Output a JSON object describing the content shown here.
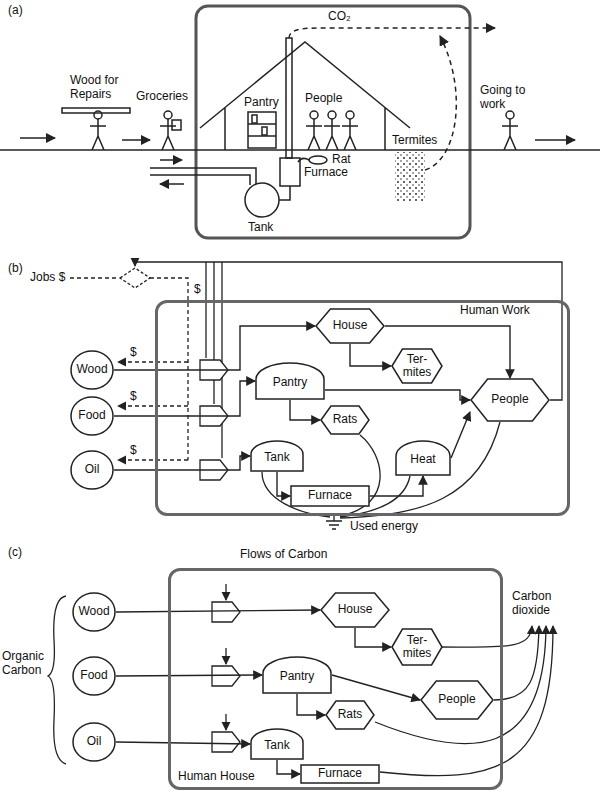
{
  "diagram": {
    "nodes": [
      {
        "text": [
          "Human Work"
        ]
      },
      {
        "text": [
          "Wood"
        ]
      },
      {
        "text": [
          "Food"
        ]
      },
      {
        "text": [
          "Oil"
        ]
      },
      {
        "text": [
          "House"
        ],
        "in": 0
      },
      {
        "text": [
          "Ter- mites"
        ],
        "in": 0
      },
      {
        "text": [
          "Pantry"
        ],
        "in": 0
      },
      {
        "text": [
          "Rats"
        ],
        "in": 0
      },
      {
        "text": [
          "People"
        ],
        "in": 0
      },
      {
        "text": [
          "Tank"
        ],
        "in": 0
      },
      {
        "text": [
          "Furnace"
        ],
        "in": 0
      },
      {
        "text": [
          "Heat"
        ],
        "in": 0
      },
      {
        "text": [
          "Human House"
        ]
      },
      {
        "text": [
          "Wood"
        ]
      },
      {
        "text": [
          "Food"
        ]
      },
      {
        "text": [
          "Oil"
        ]
      },
      {
        "text": [
          "House"
        ],
        "in": 12
      },
      {
        "text": [
          "Ter- mites"
        ],
        "in": 12
      },
      {
        "text": [
          "Pantry"
        ],
        "in": 12
      },
      {
        "text": [
          "Rats"
        ],
        "in": 12
      },
      {
        "text": [
          "People"
        ],
        "in": 12
      },
      {
        "text": [
          "Tank"
        ],
        "in": 12
      },
      {
        "text": [
          "Furnace"
        ],
        "in": 12
      }
    ],
    "edges": [
      {
        "from": 1,
        "to": 4,
        "arrow": "to"
      },
      {
        "from": 2,
        "to": 6,
        "arrow": "to"
      },
      {
        "from": 3,
        "to": 9,
        "arrow": "to"
      },
      {
        "from": 4,
        "to": 5,
        "arrow": "to"
      },
      {
        "from": 6,
        "to": 7,
        "arrow": "to"
      },
      {
        "from": 9,
        "to": 10,
        "arrow": "to"
      },
      {
        "from": 10,
        "to": 11,
        "arrow": "to"
      },
      {
        "from": 11,
        "to": 8,
        "arrow": "to"
      },
      {
        "from": 4,
        "to": 8,
        "arrow": "to"
      },
      {
        "from": 6,
        "to": 8,
        "arrow": "to"
      },
      {
        "from": 13,
        "to": 16,
        "arrow": "to"
      },
      {
        "from": 14,
        "to": 18,
        "arrow": "to"
      },
      {
        "from": 15,
        "to": 21,
        "arrow": "to"
      },
      {
        "from": 16,
        "to": 17,
        "arrow": "to"
      },
      {
        "from": 18,
        "to": 19,
        "arrow": "to"
      },
      {
        "from": 18,
        "to": 20,
        "arrow": "to"
      },
      {
        "from": 21,
        "to": 22,
        "arrow": "to"
      }
    ],
    "labels": [
      "(a)",
      "CO₂",
      "Wood for Repairs",
      "Groceries",
      "Pantry",
      "People",
      "Rat",
      "Going to work",
      "Furnace",
      "Termites",
      "Tank",
      "(b)",
      "Jobs $",
      "$",
      "$",
      "$",
      "$",
      "Used energy",
      "(c)",
      "Flows of Carbon",
      "Organic Carbon",
      "Carbon dioxide"
    ]
  }
}
